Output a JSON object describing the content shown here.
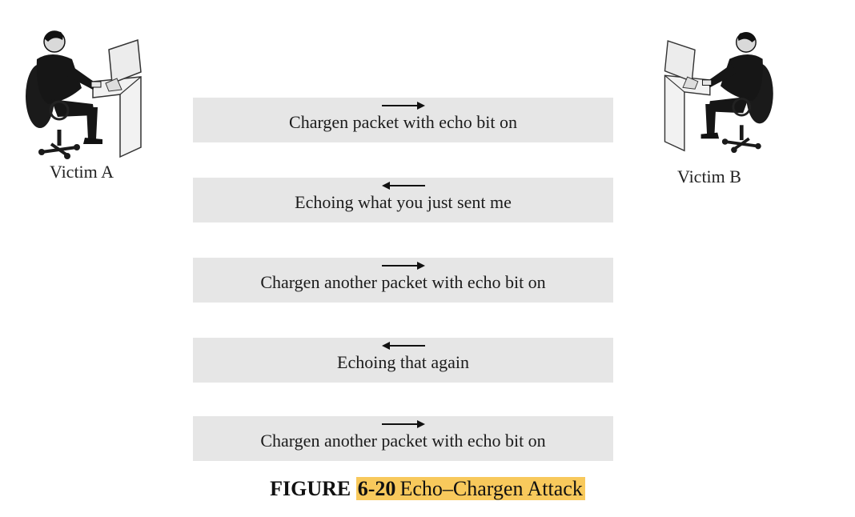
{
  "diagram": {
    "victim_a": {
      "label": "Victim A",
      "icon": "person-at-computer-icon"
    },
    "victim_b": {
      "label": "Victim B",
      "icon": "person-at-computer-icon"
    },
    "messages": [
      {
        "text": "Chargen packet with echo bit on",
        "direction": "right"
      },
      {
        "text": "Echoing what you just sent me",
        "direction": "left"
      },
      {
        "text": "Chargen another packet with echo bit on",
        "direction": "right"
      },
      {
        "text": "Echoing that again",
        "direction": "left"
      },
      {
        "text": "Chargen another packet with echo bit on",
        "direction": "right"
      }
    ],
    "colors": {
      "message_box": "#e6e6e6",
      "highlight": "#f8c95c"
    }
  },
  "caption": {
    "figure_word": "FIGURE",
    "figure_number": "6-20",
    "title": "Echo–Chargen Attack"
  }
}
